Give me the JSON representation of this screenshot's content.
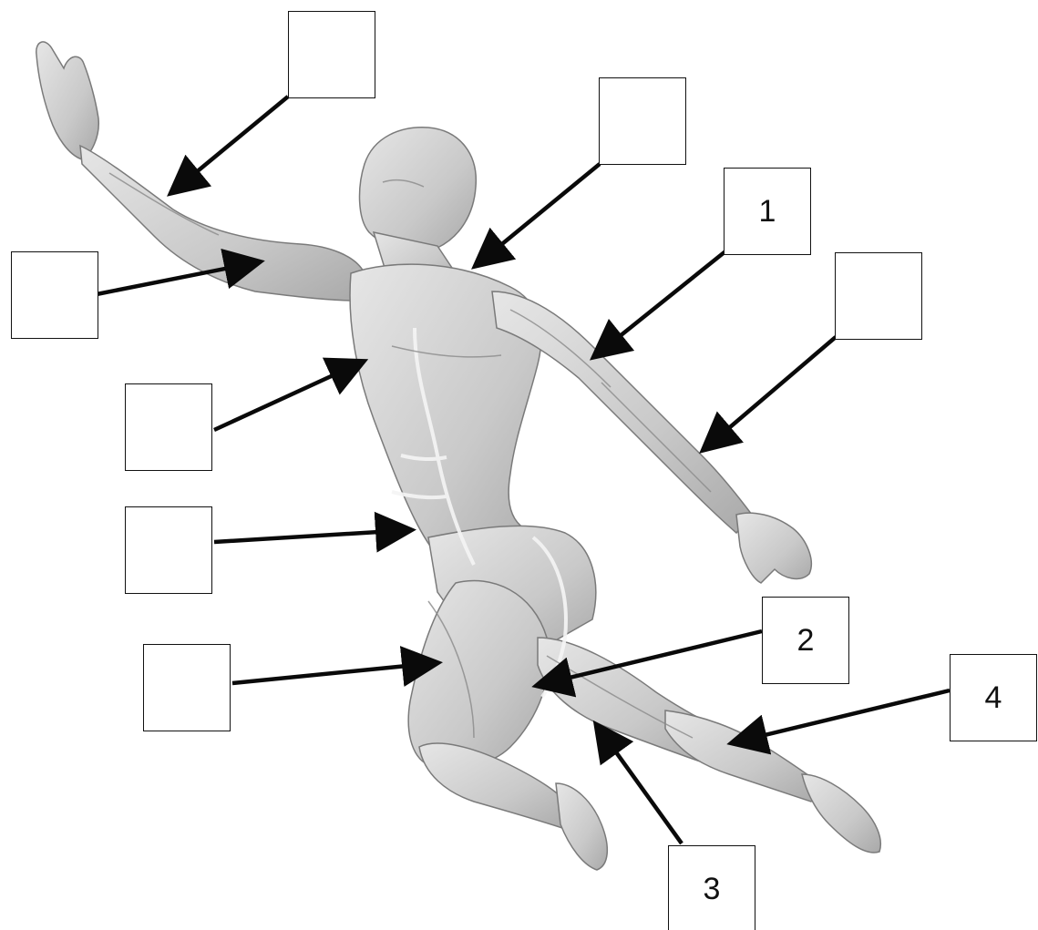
{
  "diagram": {
    "colors": {
      "arrow": "#0a0a0a",
      "box_border": "#111111",
      "muscle_fill": "#d9d9d9",
      "muscle_shade": "#a8a8a8",
      "tendon": "#f2f2f2"
    },
    "boxes": {
      "top_left": "",
      "top_center": "",
      "box_1": "1",
      "right_forearm": "",
      "left_upper": "",
      "left_chest": "",
      "left_abdomen": "",
      "left_thigh": "",
      "box_2": "2",
      "box_4": "4",
      "box_3": "3"
    }
  }
}
